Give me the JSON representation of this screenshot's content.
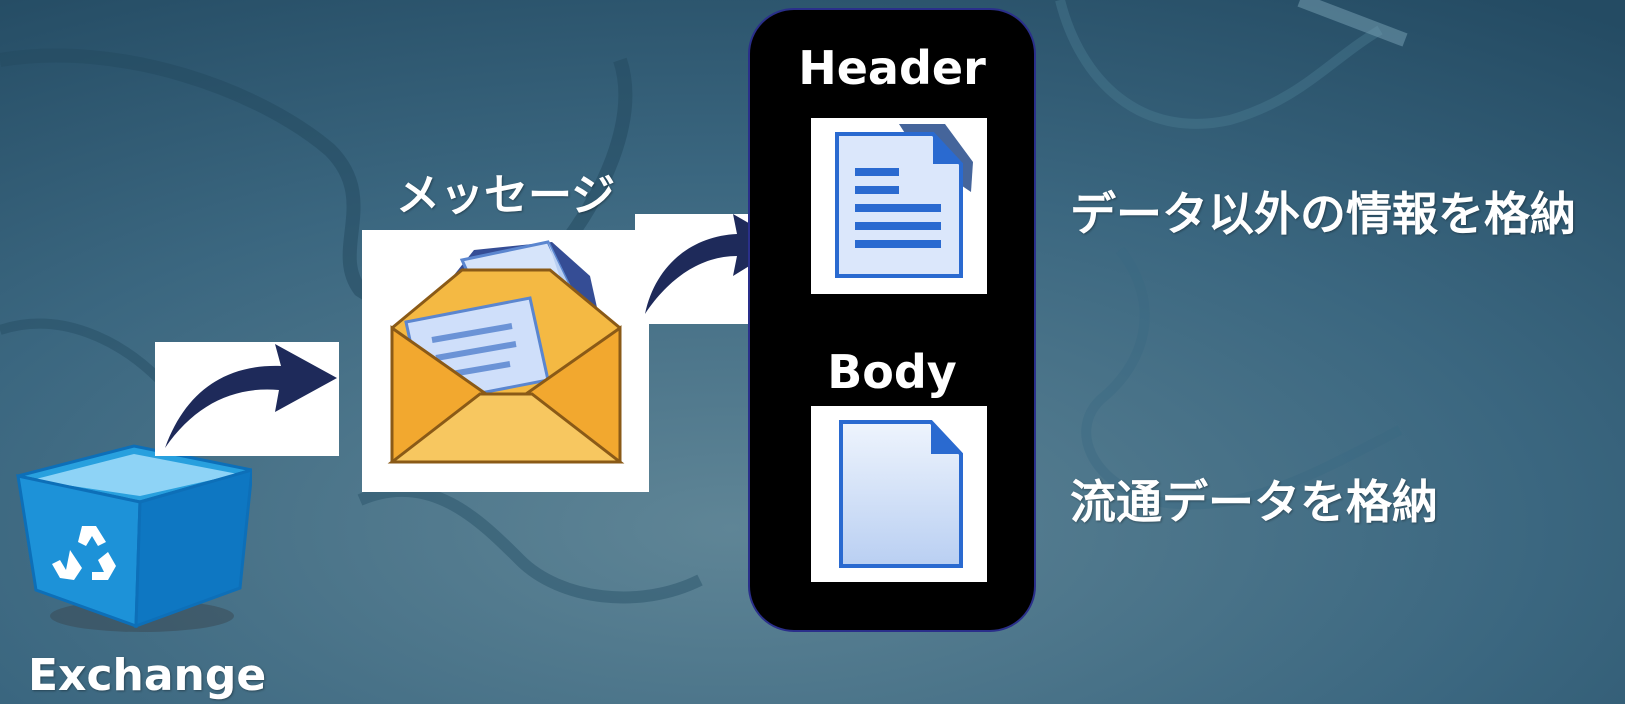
{
  "labels": {
    "exchange": "Exchange",
    "message": "メッセージ",
    "header": "Header",
    "body": "Body",
    "header_description": "データ以外の情報を格納",
    "body_description": "流通データを格納"
  },
  "icons": {
    "exchange": "recycle-bin-icon",
    "message": "open-envelope-icon",
    "header": "text-document-icon",
    "body": "blank-document-icon",
    "arrow": "curved-arrow-icon"
  },
  "colors": {
    "background": "#2f5b74",
    "panel": "#000000",
    "panel_border": "#2a2f8a",
    "arrow": "#1e2a5a",
    "text": "#ffffff"
  }
}
